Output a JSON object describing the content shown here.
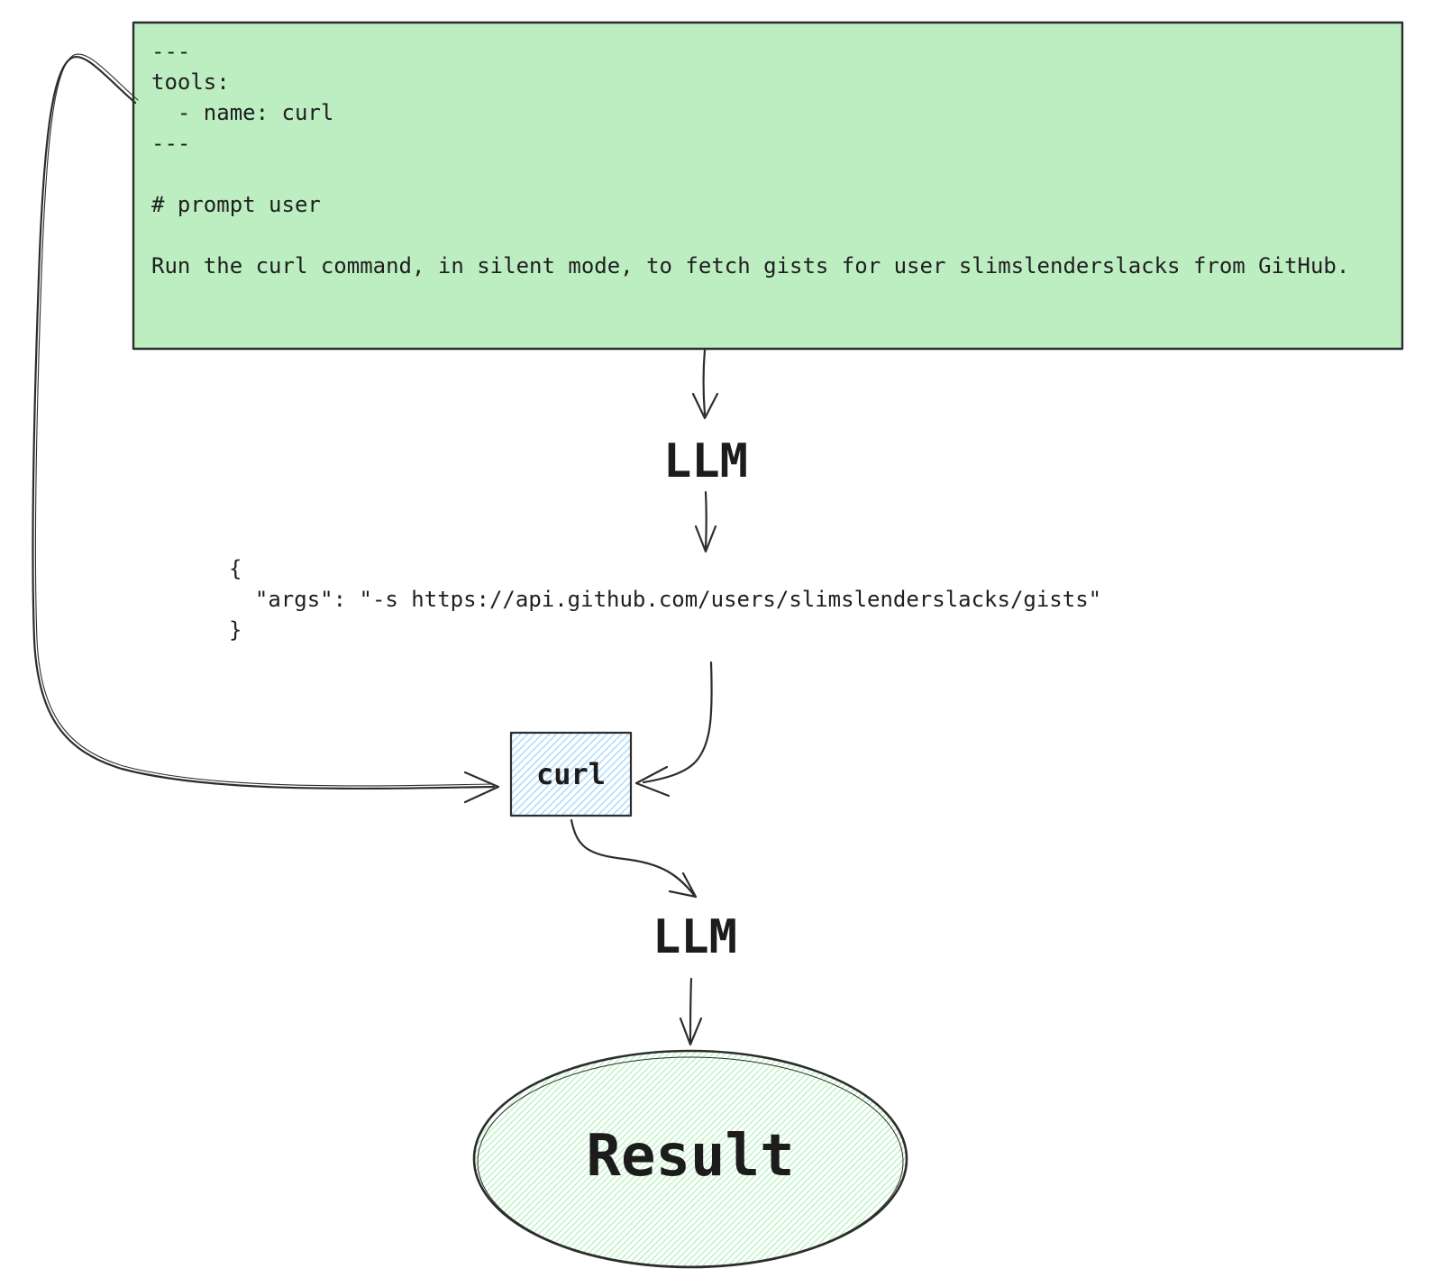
{
  "colors": {
    "background": "#ffffff",
    "ink": "#2d2d2d",
    "text": "#1f1f1f",
    "prompt_box_fill": "#bdeec2",
    "curl_hatch": "#a5d8ff",
    "result_hatch": "#b2f2bb"
  },
  "prompt_box": {
    "code": "---\ntools:\n  - name: curl\n---\n\n# prompt user\n\nRun the curl command, in silent mode, to fetch gists for user slimslenderslacks from GitHub."
  },
  "llm_top": {
    "label": "LLM"
  },
  "tool_call": {
    "code": "{\n  \"args\": \"-s https://api.github.com/users/slimslenderslacks/gists\"\n}"
  },
  "curl_node": {
    "label": "curl"
  },
  "llm_bottom": {
    "label": "LLM"
  },
  "result_node": {
    "label": "Result"
  }
}
